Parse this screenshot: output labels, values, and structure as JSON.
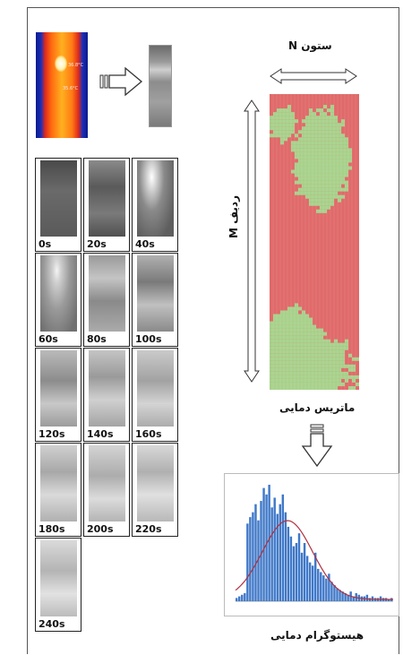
{
  "thermal_labels": [
    "36.8°C",
    "35.6°C"
  ],
  "thumbnails": [
    {
      "time": "0s"
    },
    {
      "time": "20s"
    },
    {
      "time": "40s"
    },
    {
      "time": "60s"
    },
    {
      "time": "80s"
    },
    {
      "time": "100s"
    },
    {
      "time": "120s"
    },
    {
      "time": "140s"
    },
    {
      "time": "160s"
    },
    {
      "time": "180s"
    },
    {
      "time": "200s"
    },
    {
      "time": "220s"
    },
    {
      "time": "240s"
    }
  ],
  "column_label": "N ستون",
  "row_label": "M ردیف",
  "matrix_caption": "ماتریس دمایی",
  "histogram_caption": "هیستوگرام دمایی",
  "colors": {
    "matrix_red": "#e06a6a",
    "matrix_green": "#a8d28c",
    "hist_bar": "#3f78c8",
    "hist_curve": "#b03040"
  }
}
